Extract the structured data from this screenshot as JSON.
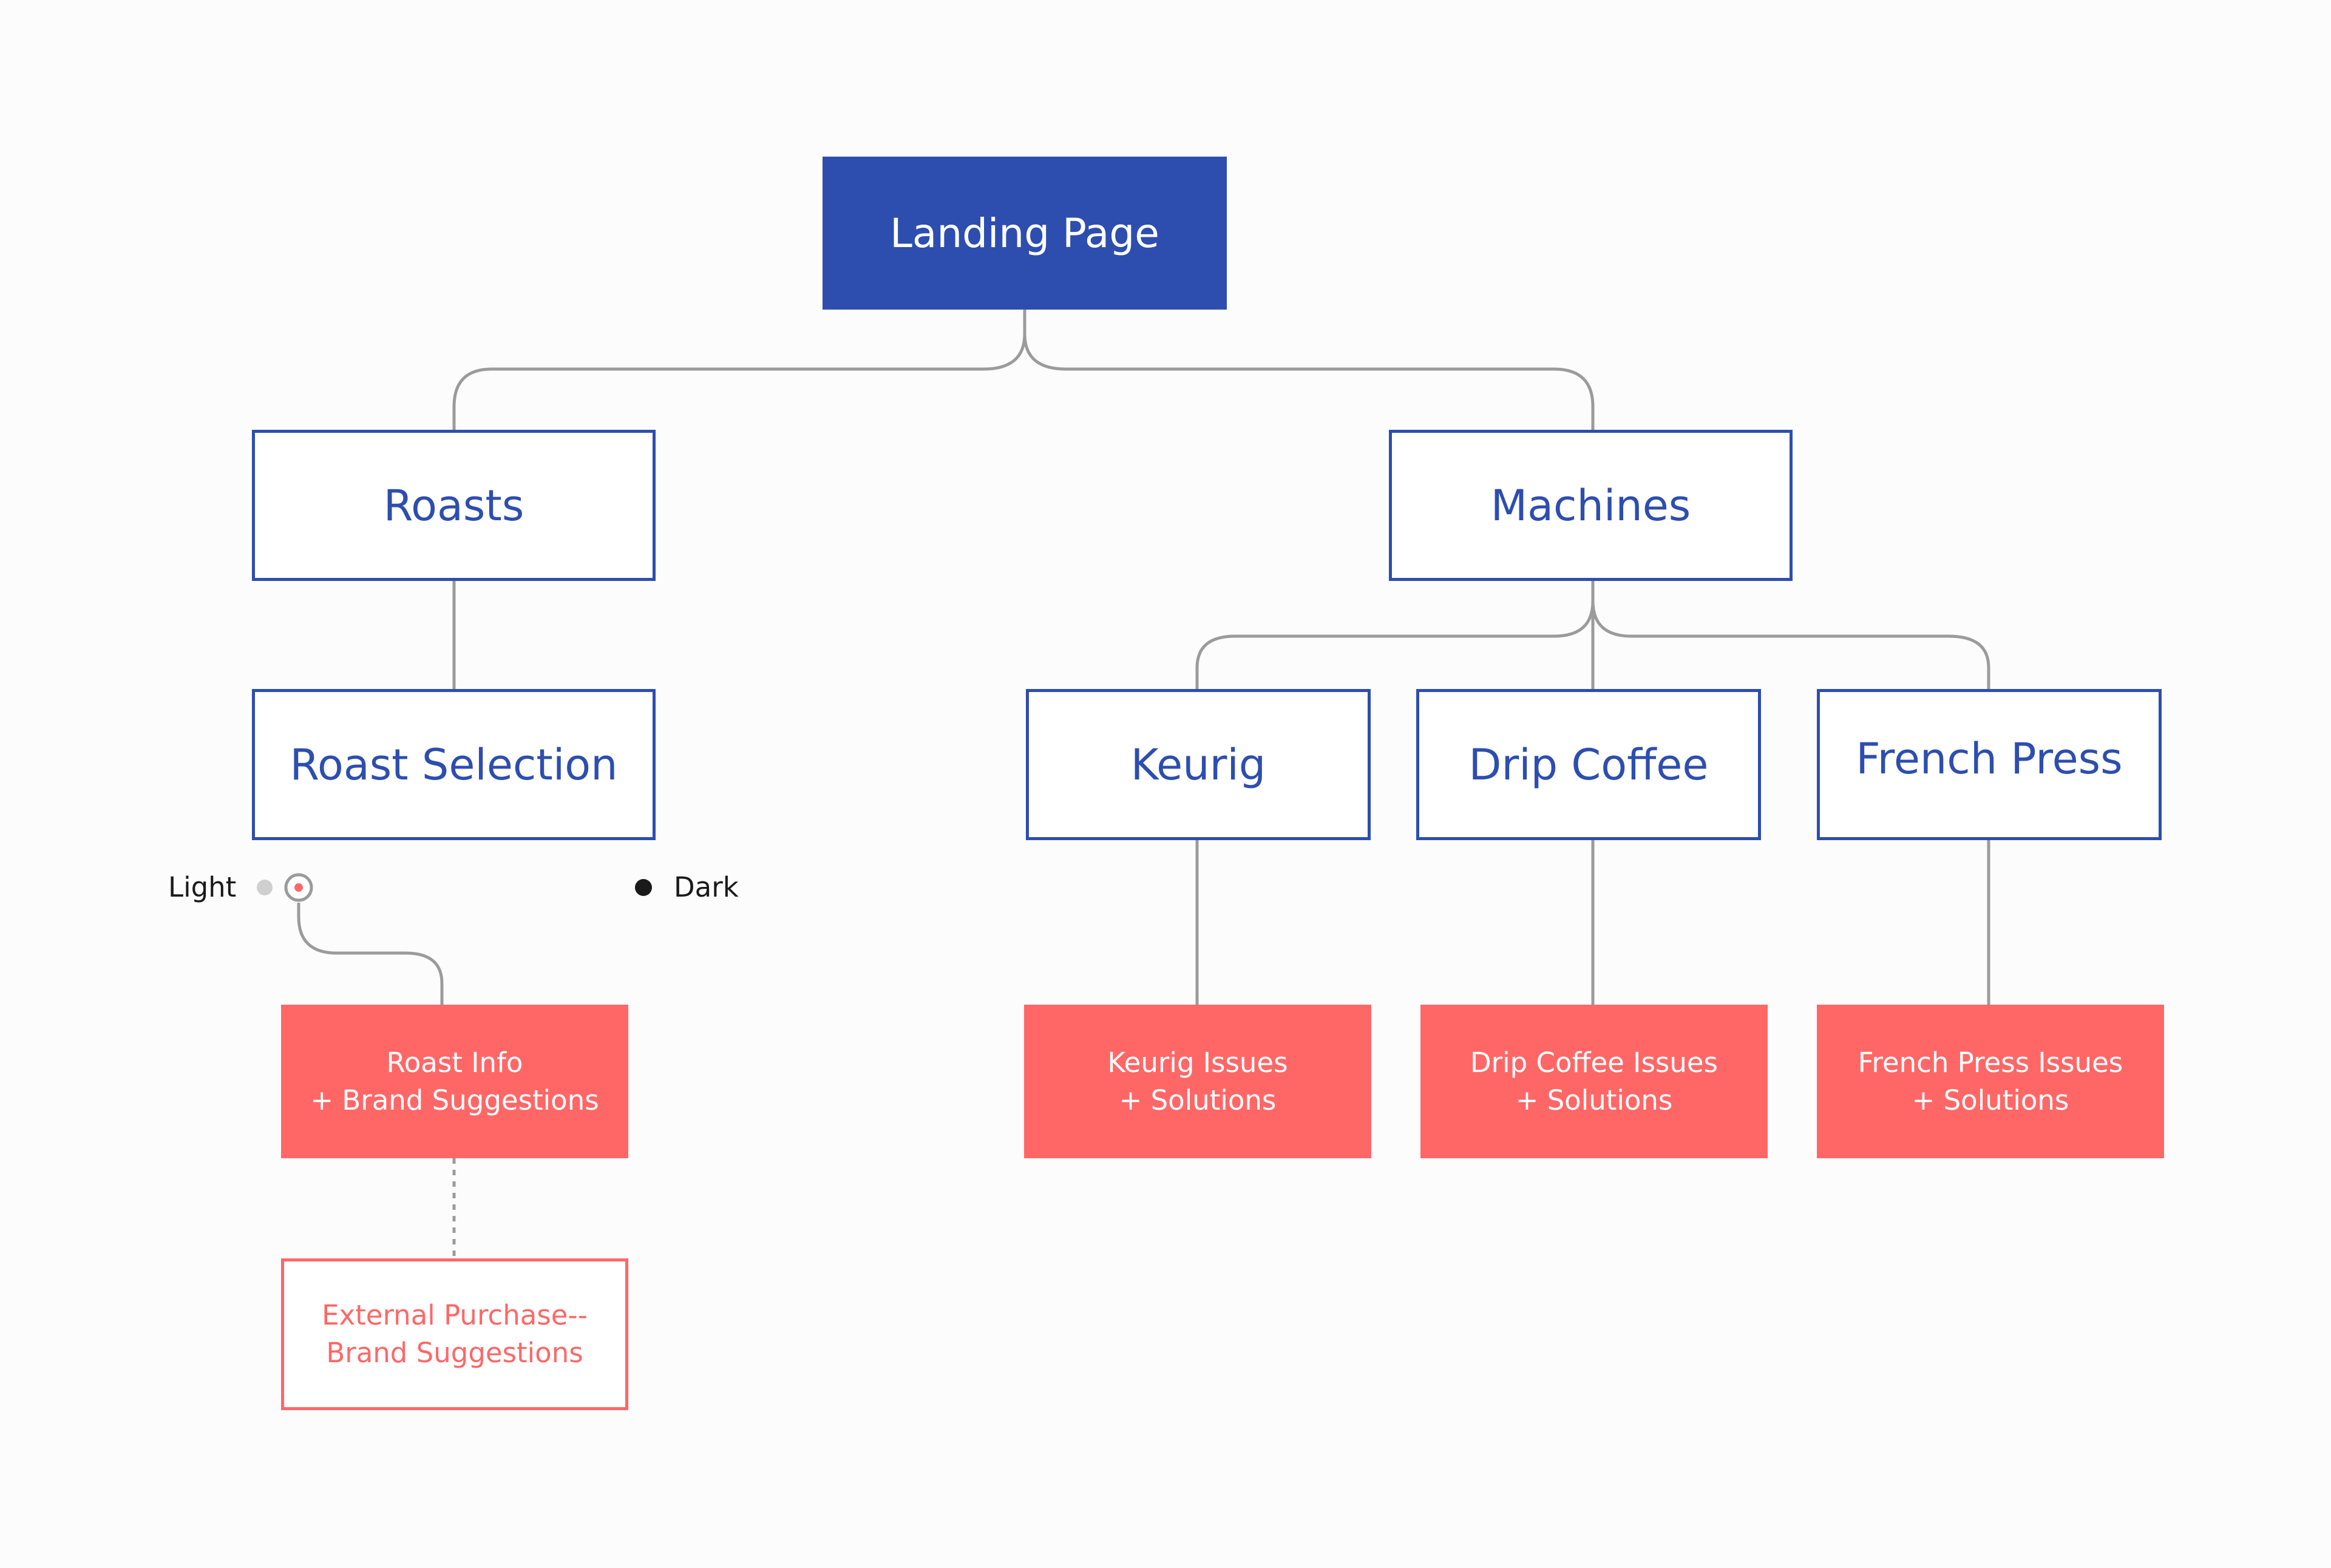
{
  "colors": {
    "primary": "#2d4eaf",
    "accent": "#ff6767",
    "connector": "#9b9b9b",
    "slider_dark": "#1a1a1a",
    "slider_light": "#cfcfcf"
  },
  "nodes": {
    "landing_page": "Landing Page",
    "roasts": "Roasts",
    "machines": "Machines",
    "roast_selection": "Roast Selection",
    "keurig": "Keurig",
    "drip_coffee": "Drip Coffee",
    "french_press": "French Press",
    "roast_info": "Roast Info\n+ Brand Suggestions",
    "keurig_issues": "Keurig Issues\n+ Solutions",
    "drip_coffee_issues": "Drip Coffee Issues\n+ Solutions",
    "french_press_issues": "French Press Issues\n+ Solutions",
    "external_purchase": "External Purchase--\nBrand Suggestions"
  },
  "slider": {
    "label_left": "Light",
    "label_right": "Dark"
  }
}
